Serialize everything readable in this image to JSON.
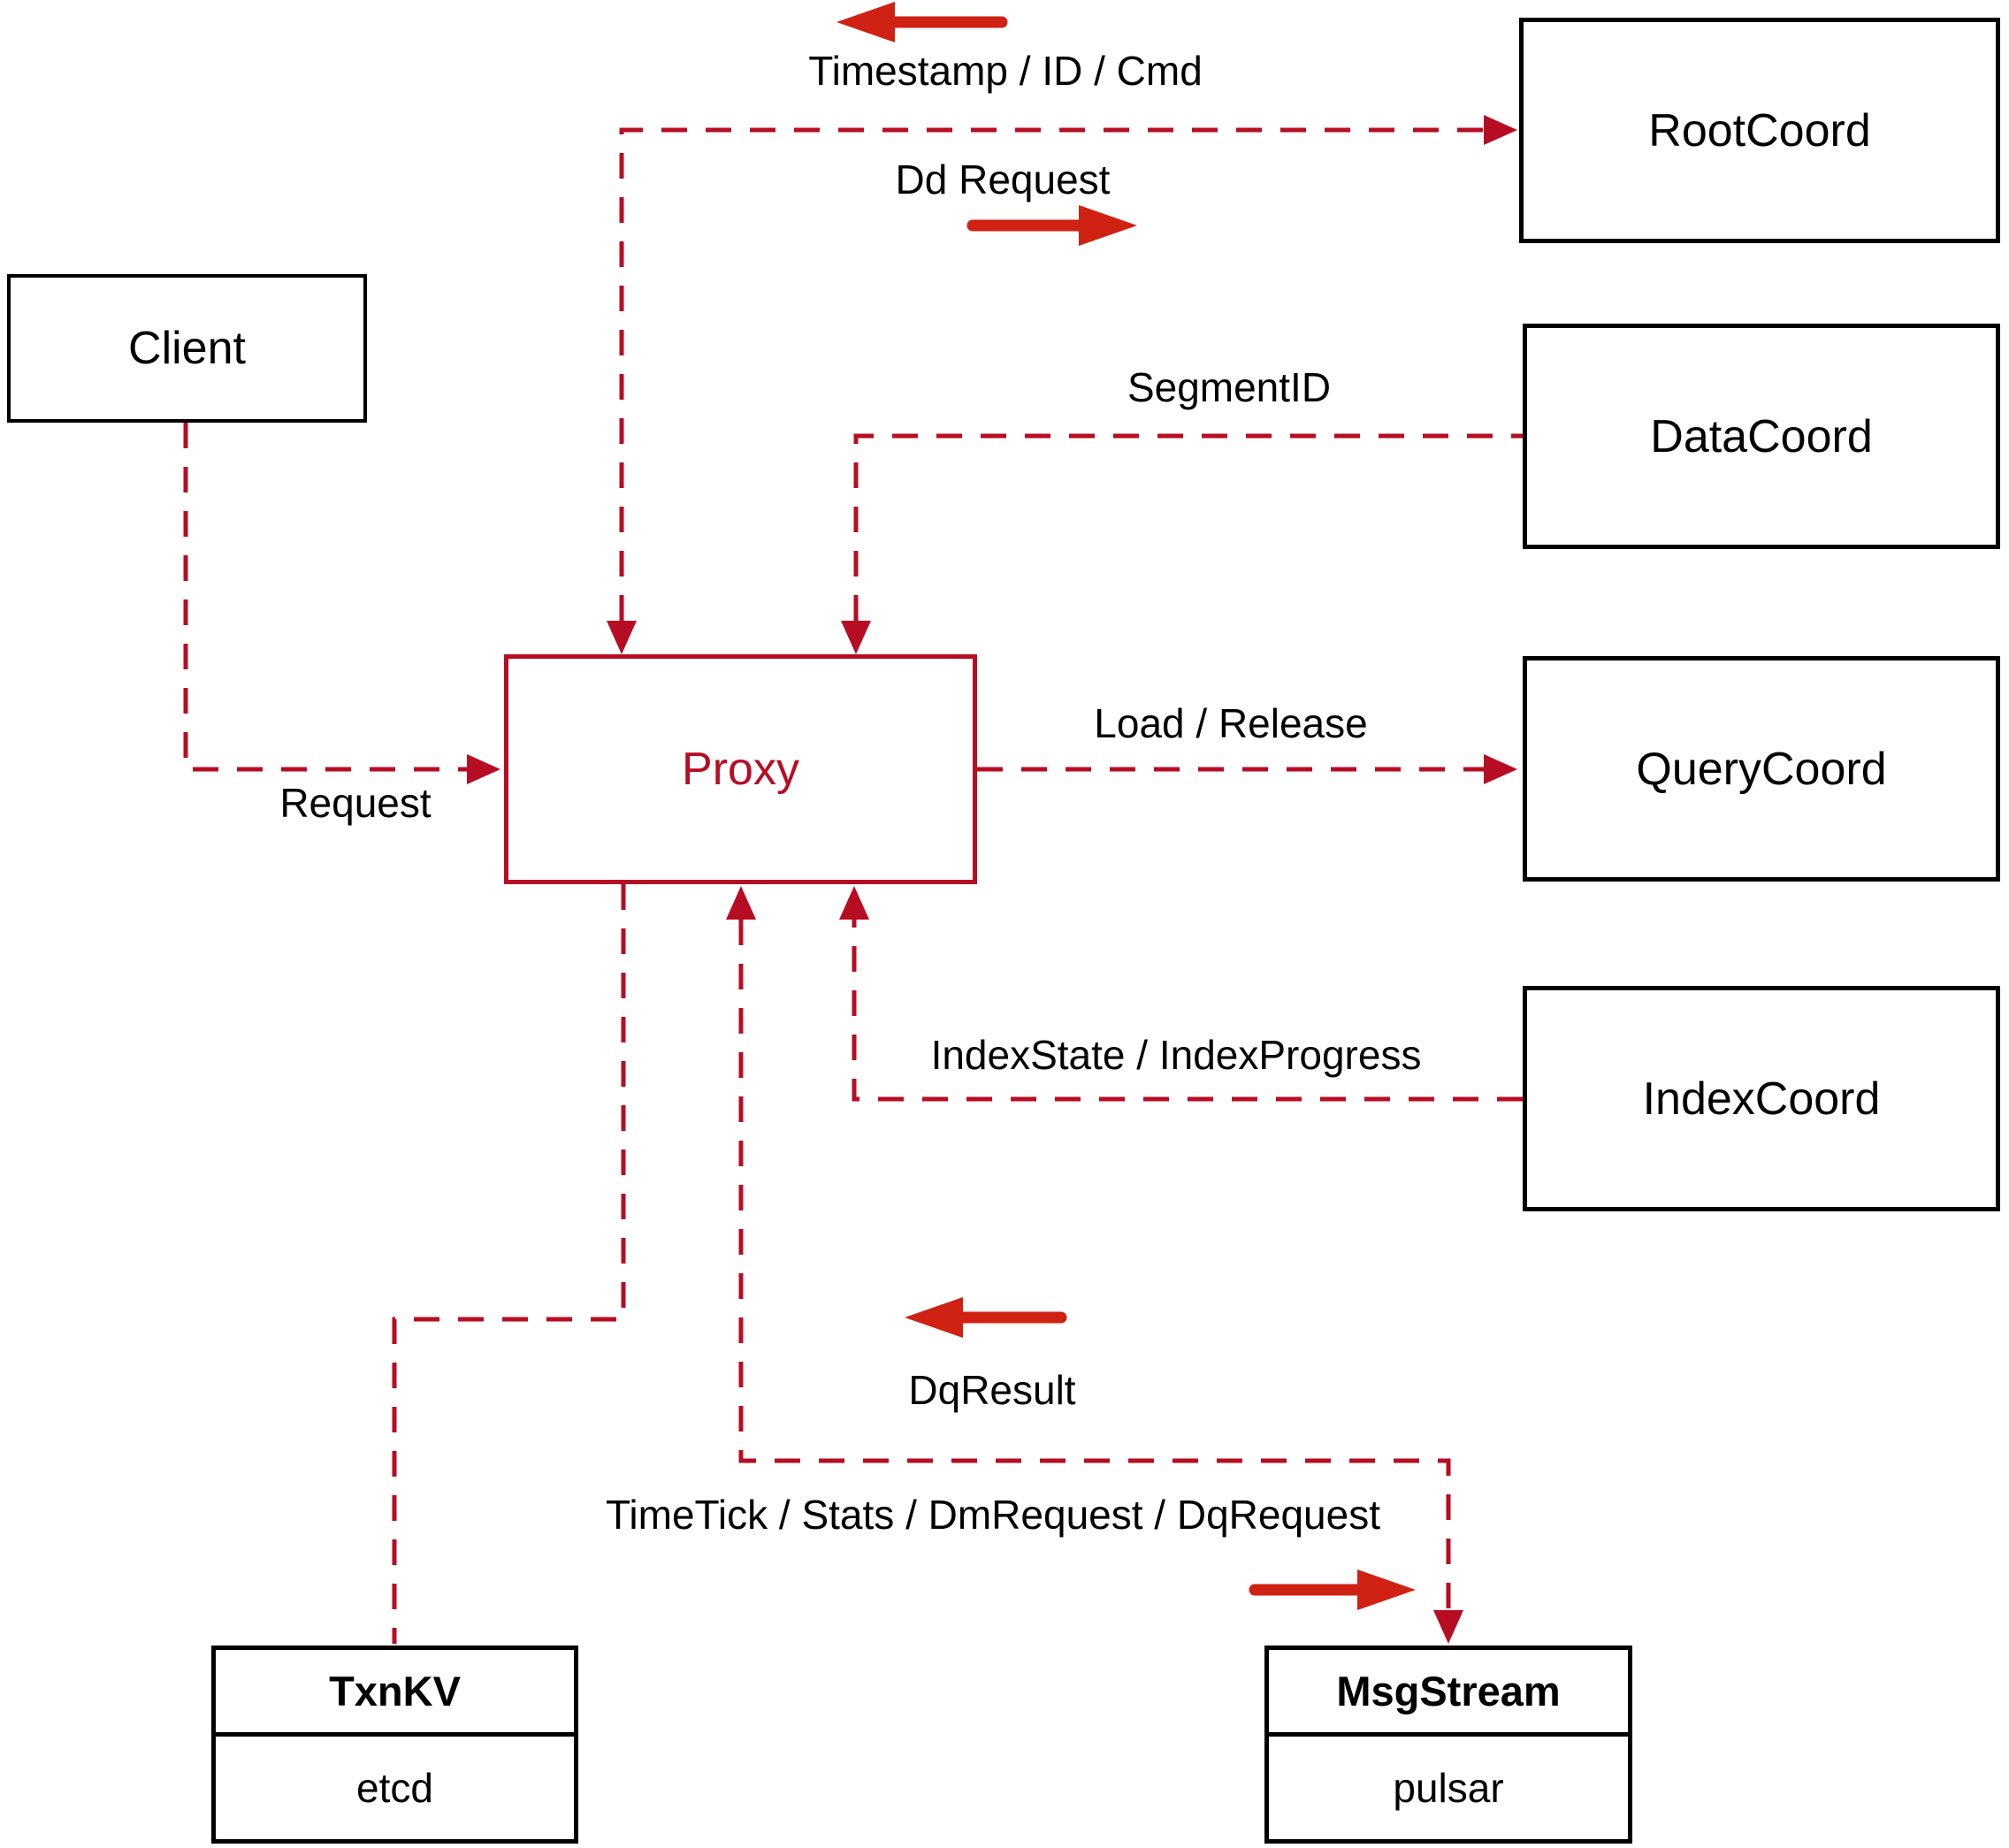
{
  "nodes": {
    "client": {
      "label": "Client"
    },
    "proxy": {
      "label": "Proxy"
    },
    "root_coord": {
      "label": "RootCoord"
    },
    "data_coord": {
      "label": "DataCoord"
    },
    "query_coord": {
      "label": "QueryCoord"
    },
    "index_coord": {
      "label": "IndexCoord"
    },
    "txn_kv": {
      "title": "TxnKV",
      "impl": "etcd"
    },
    "msg_stream": {
      "title": "MsgStream",
      "impl": "pulsar"
    }
  },
  "edges": {
    "client_to_proxy": "Request",
    "rootcoord_to_proxy": "Timestamp / ID / Cmd",
    "proxy_to_rootcoord": "Dd Request",
    "datacoord_to_proxy": "SegmentID",
    "proxy_to_querycoord": "Load / Release",
    "indexcoord_to_proxy": "IndexState / IndexProgress",
    "msgstream_to_proxy": "DqResult",
    "proxy_to_msgstream": "TimeTick / Stats / DmRequest / DqRequest"
  },
  "colors": {
    "connector_dashed": "#b70d23",
    "proxy_accent": "#b70d23",
    "label_arrow_solid": "#cf2212",
    "node_border": "#000000",
    "text": "#000000",
    "background": "#ffffff"
  }
}
